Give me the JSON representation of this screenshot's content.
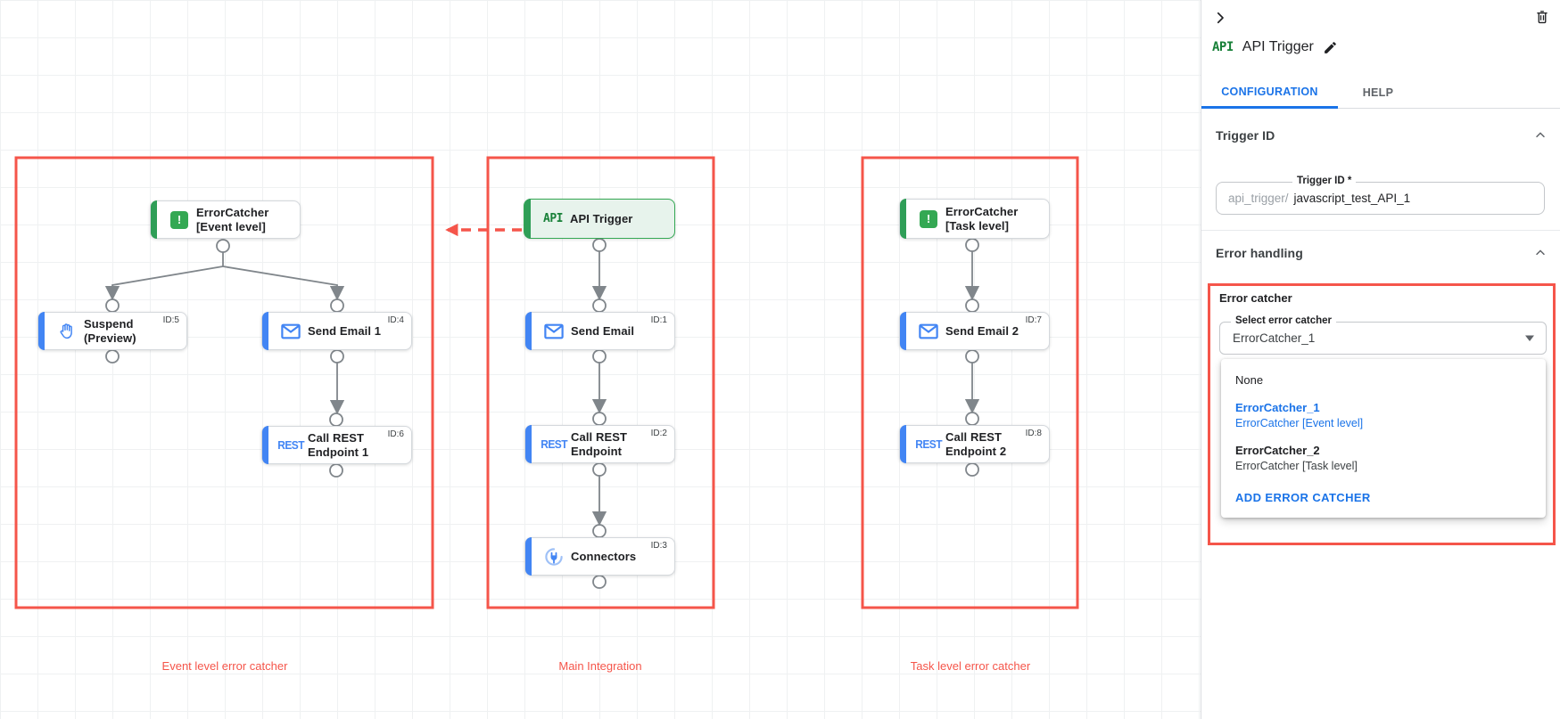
{
  "colors": {
    "highlight_red": "#f5554a",
    "task_blue": "#4285f4",
    "trigger_green": "#34a853",
    "link_blue": "#1a73e8",
    "status_dot_red": "#d93025"
  },
  "icons": {
    "panel_collapse": "chevron-right-icon",
    "panel_delete": "trash-icon",
    "title_edit": "pencil-icon",
    "section_collapse": "chevron-up-icon",
    "select_open": "caret-down-icon",
    "error_catcher_node": "exclamation-badge-icon",
    "send_email_node": "envelope-icon",
    "rest_node": "rest-text-icon",
    "suspend_node": "hand-icon",
    "connectors_node": "plug-icon",
    "api_trigger_node": "api-text-icon"
  },
  "canvas": {
    "groups": [
      {
        "label": "Event level error catcher"
      },
      {
        "label": "Main Integration"
      },
      {
        "label": "Task level error catcher"
      }
    ],
    "nodes": [
      {
        "title": "ErrorCatcher\n[Event level]",
        "id_label": ""
      },
      {
        "title": "Suspend\n(Preview)",
        "id_label": "ID:5"
      },
      {
        "title": "Send Email 1",
        "id_label": "ID:4"
      },
      {
        "title": "Call REST\nEndpoint 1",
        "id_label": "ID:6"
      },
      {
        "title": "API Trigger",
        "id_label": ""
      },
      {
        "title": "Send Email",
        "id_label": "ID:1"
      },
      {
        "title": "Call REST\nEndpoint",
        "id_label": "ID:2"
      },
      {
        "title": "Connectors",
        "id_label": "ID:3"
      },
      {
        "title": "ErrorCatcher\n[Task level]",
        "id_label": ""
      },
      {
        "title": "Send Email 2",
        "id_label": "ID:7"
      },
      {
        "title": "Call REST\nEndpoint 2",
        "id_label": "ID:8"
      }
    ],
    "api_icon_text": "API",
    "rest_icon_text": "REST",
    "error_icon_text": "!"
  },
  "panel": {
    "logo_text": "API",
    "title": "API Trigger",
    "tabs": [
      {
        "label": "CONFIGURATION"
      },
      {
        "label": "HELP"
      }
    ],
    "trigger_id": {
      "heading": "Trigger ID",
      "field_label": "Trigger ID *",
      "prefix": "api_trigger/",
      "value": "javascript_test_API_1"
    },
    "error_handling": {
      "heading": "Error handling",
      "group_label": "Error catcher",
      "select_label": "Select error catcher",
      "select_value": "ErrorCatcher_1",
      "dropdown": {
        "none_label": "None",
        "options": [
          {
            "name": "ErrorCatcher_1",
            "desc": "ErrorCatcher [Event level]"
          },
          {
            "name": "ErrorCatcher_2",
            "desc": "ErrorCatcher [Task level]"
          }
        ],
        "add_label": "ADD ERROR CATCHER"
      }
    }
  }
}
